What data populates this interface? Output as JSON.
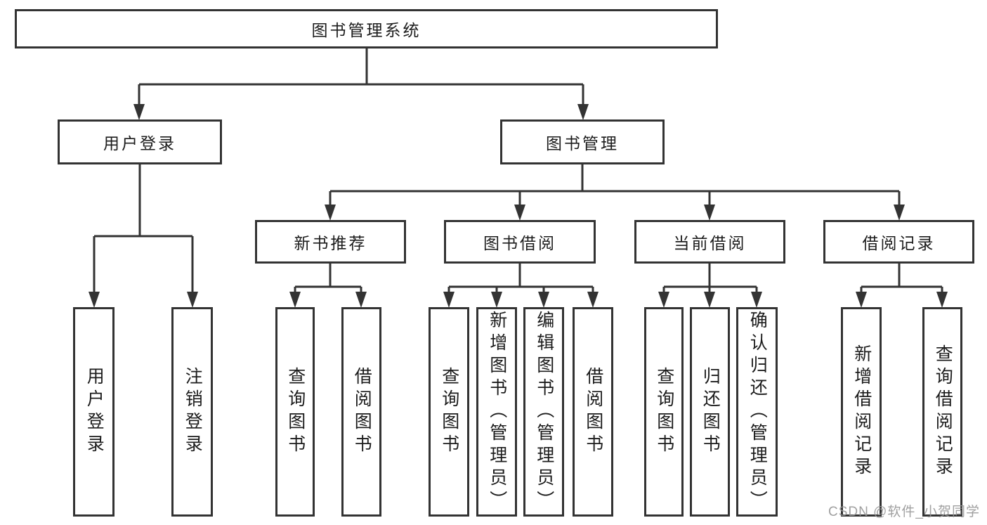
{
  "diagram": {
    "type": "tree",
    "root": "图书管理系统",
    "level1": {
      "user_login": "用户登录",
      "book_mgmt": "图书管理"
    },
    "user_login_children": [
      "用户登录",
      "注销登录"
    ],
    "book_mgmt_children": {
      "new_books": {
        "label": "新书推荐",
        "children": [
          "查询图书",
          "借阅图书"
        ]
      },
      "book_borrow": {
        "label": "图书借阅",
        "children": [
          "查询图书",
          "新增图书（管理员）",
          "编辑图书（管理员）",
          "借阅图书"
        ]
      },
      "current_borrow": {
        "label": "当前借阅",
        "children": [
          "查询图书",
          "归还图书",
          "确认归还（管理员）"
        ]
      },
      "borrow_records": {
        "label": "借阅记录",
        "children": [
          "新增借阅记录",
          "查询借阅记录"
        ]
      }
    },
    "colors": {
      "line": "#333333",
      "box_border": "#333333",
      "text": "#1c1c1c",
      "background": "#ffffff",
      "watermark": "#969696"
    }
  },
  "watermark": "CSDN @软件_小贺同学"
}
